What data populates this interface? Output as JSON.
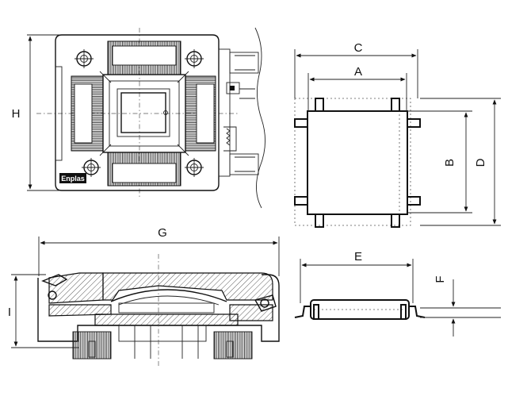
{
  "labels": {
    "A": "A",
    "B": "B",
    "C": "C",
    "D": "D",
    "E": "E",
    "F": "F",
    "G": "G",
    "H": "H",
    "I": "I"
  },
  "brand": "Enplas"
}
